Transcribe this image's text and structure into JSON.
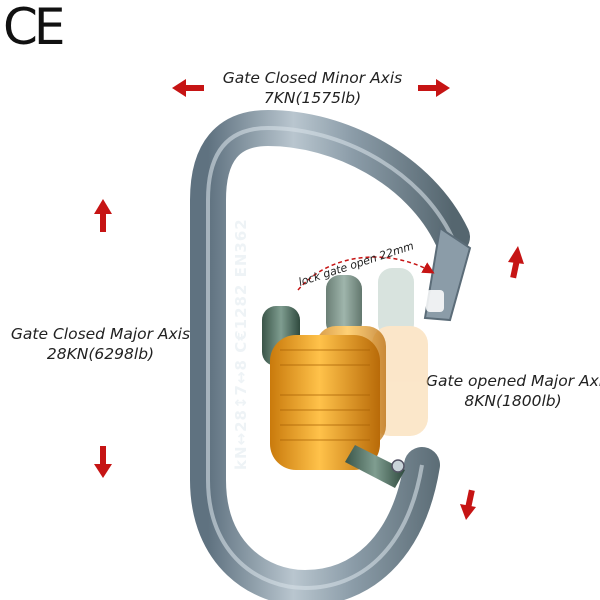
{
  "ce_mark": "CE",
  "labels": {
    "minor_axis": {
      "title": "Gate Closed Minor Axis",
      "value": "7KN(1575lb)"
    },
    "major_axis_closed": {
      "title": "Gate Closed Major Axis",
      "value": "28KN(6298lb)"
    },
    "major_axis_open": {
      "title": "Gate opened Major Axis",
      "value": "8KN(1800lb)"
    },
    "gate_open": "lock gate open 22mm"
  },
  "carabiner_engraving": "kN↔28↕7↔8 C€1282 EN362",
  "colors": {
    "arrow": "#c61414",
    "body": "#7e909d",
    "sleeve": "#f4a21a",
    "gate": "#4c6a5e"
  }
}
